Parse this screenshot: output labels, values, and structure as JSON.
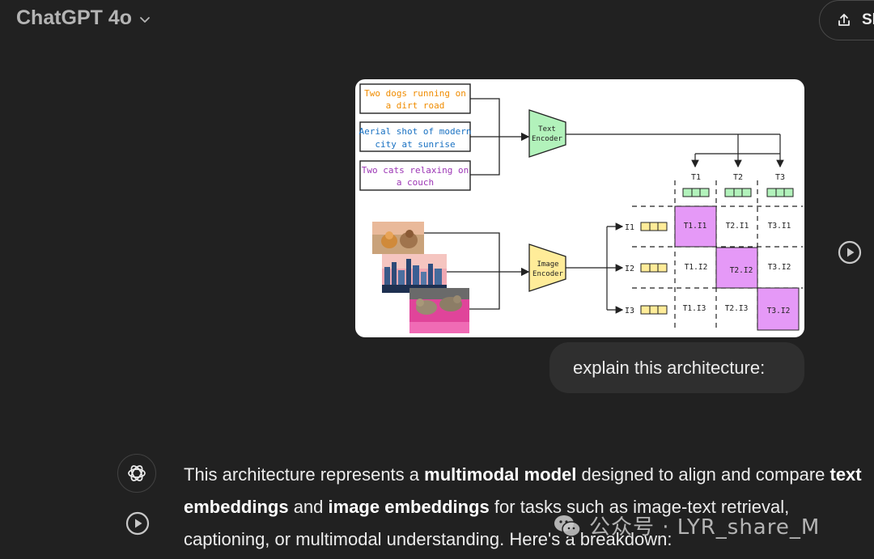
{
  "header": {
    "model_name": "ChatGPT 4o",
    "share_label": "Share"
  },
  "diagram": {
    "captions": [
      {
        "line1": "Two dogs running on",
        "line2": "a dirt road",
        "color": "#f08c00"
      },
      {
        "line1": "Aerial shot of modern",
        "line2": "city at sunrise",
        "color": "#1971c2"
      },
      {
        "line1": "Two cats relaxing on",
        "line2": "a couch",
        "color": "#9c36b5"
      }
    ],
    "text_encoder": {
      "line1": "Text",
      "line2": "Encoder",
      "color": "#b2f2bb"
    },
    "image_encoder": {
      "line1": "Image",
      "line2": "Encoder",
      "color": "#ffec99"
    },
    "text_labels": [
      "T1",
      "T2",
      "T3"
    ],
    "image_labels": [
      "I1",
      "I2",
      "I3"
    ],
    "matrix": [
      [
        "T1.I1",
        "T2.I1",
        "T3.I1"
      ],
      [
        "T1.I2",
        "T2.I2",
        "T3.I2"
      ],
      [
        "T1.I3",
        "T2.I3",
        "T3.I2"
      ]
    ],
    "highlight_color": "#e599f7",
    "text_embedding_color": "#b2f2bb",
    "image_embedding_color": "#ffec99"
  },
  "user_message": "explain this architecture:",
  "assistant": {
    "intro_1": "This architecture represents a ",
    "bold_1": "multimodal model",
    "intro_2": " designed to align and compare ",
    "bold_2": "text embeddings",
    "intro_3": " and ",
    "bold_3": "image embeddings",
    "intro_4": " for tasks such as image-text retrieval, captioning, or multimodal understanding. Here's a breakdown:"
  },
  "watermark": "公众号 · LYR_share_M"
}
